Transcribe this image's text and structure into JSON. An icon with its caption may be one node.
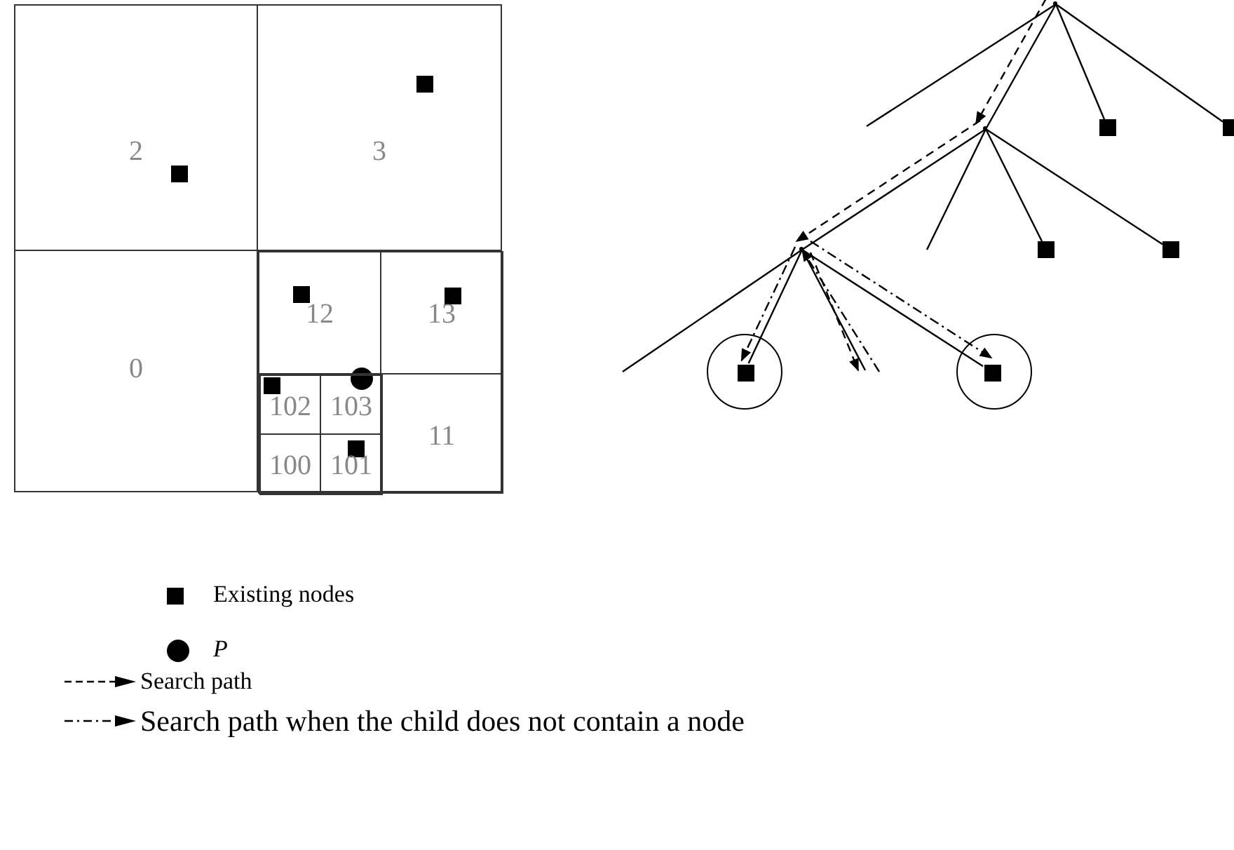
{
  "diagram": {
    "nodes": [
      {
        "text": [
          "2"
        ]
      },
      {
        "text": [
          "3"
        ]
      },
      {
        "text": [
          "0"
        ]
      },
      {
        "text": [],
        "shape": "box"
      },
      {
        "text": [
          "12"
        ],
        "in": 3
      },
      {
        "text": [
          "13"
        ],
        "in": 3
      },
      {
        "text": [],
        "shape": "box",
        "in": 3
      },
      {
        "text": [
          "102"
        ],
        "in": 6
      },
      {
        "text": [
          "103"
        ],
        "in": 6
      },
      {
        "text": [
          "100"
        ],
        "in": 6
      },
      {
        "text": [
          "101"
        ],
        "in": 6
      },
      {
        "text": [
          "11"
        ],
        "in": 3
      },
      {
        "text": [],
        "shape": "point"
      },
      {
        "text": [],
        "shape": "point"
      },
      {
        "text": [],
        "shape": "box"
      },
      {
        "text": [],
        "shape": "box"
      },
      {
        "text": [],
        "shape": "point"
      },
      {
        "text": [],
        "shape": "box"
      },
      {
        "text": [],
        "shape": "box"
      },
      {
        "text": [],
        "shape": "circle"
      },
      {
        "text": [],
        "shape": "box",
        "in": 19
      },
      {
        "text": [],
        "shape": "circle"
      },
      {
        "text": [],
        "shape": "box",
        "in": 21
      }
    ],
    "edges": [
      {
        "from": 12,
        "to": null,
        "arrow": "none"
      },
      {
        "from": 12,
        "to": 13,
        "arrow": "none"
      },
      {
        "from": 12,
        "to": 14,
        "arrow": "none"
      },
      {
        "from": 12,
        "to": 15,
        "arrow": "none"
      },
      {
        "from": 13,
        "to": null,
        "arrow": "none"
      },
      {
        "from": 13,
        "to": 16,
        "arrow": "none"
      },
      {
        "from": 13,
        "to": 17,
        "arrow": "none"
      },
      {
        "from": 13,
        "to": 18,
        "arrow": "none"
      },
      {
        "from": 16,
        "to": null,
        "arrow": "none"
      },
      {
        "from": 16,
        "to": 20,
        "arrow": "none"
      },
      {
        "from": 16,
        "to": null,
        "arrow": "none"
      },
      {
        "from": 16,
        "to": 22,
        "arrow": "none"
      },
      {
        "from": 12,
        "to": 13,
        "arrow": "to",
        "style": "dashed"
      },
      {
        "from": 13,
        "to": 16,
        "arrow": "to",
        "style": "dashed"
      },
      {
        "from": 16,
        "to": null,
        "arrow": "to",
        "style": "dashed"
      },
      {
        "from": 16,
        "to": 20,
        "arrow": "to",
        "style": "dashed"
      },
      {
        "from": null,
        "to": 16,
        "arrow": "to",
        "style": "dashed"
      },
      {
        "from": 16,
        "to": 22,
        "arrow": "to",
        "style": "dashed"
      }
    ],
    "legend": [
      {
        "text": "Existing nodes"
      },
      {
        "text": "P"
      },
      {
        "text": "Search path"
      },
      {
        "text": "Search path when the child does not contain a node"
      }
    ]
  }
}
